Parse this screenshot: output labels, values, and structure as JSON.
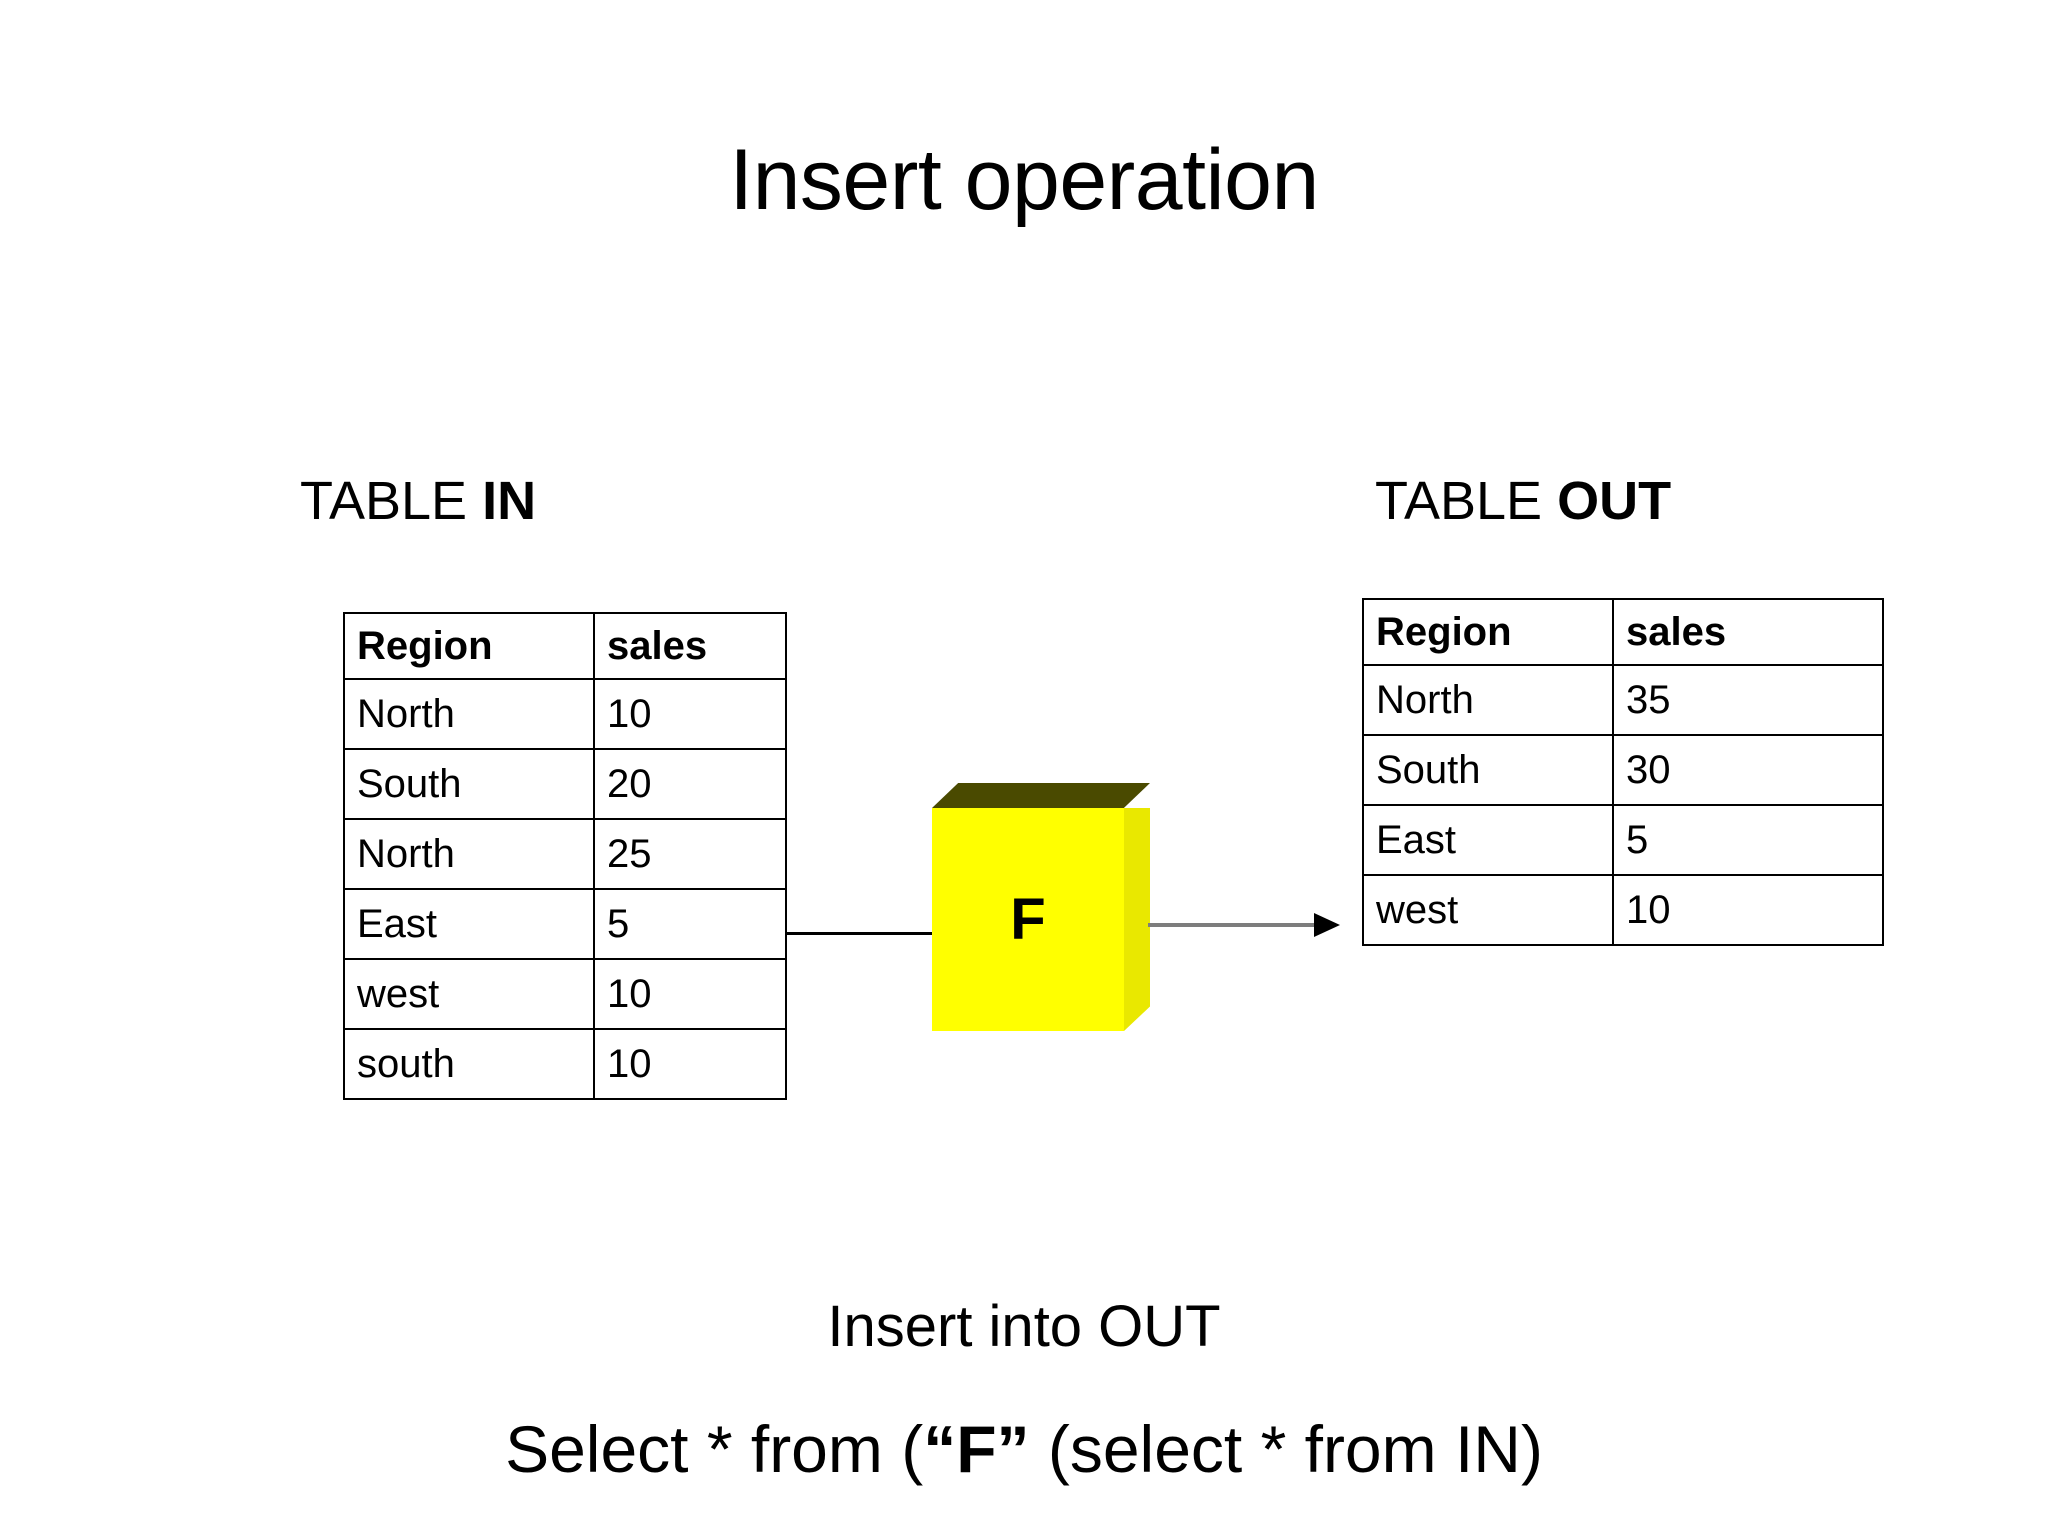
{
  "slide": {
    "title": "Insert operation",
    "background_color": "#ffffff",
    "text_color": "#000000"
  },
  "tables": {
    "input": {
      "caption_prefix": "TABLE ",
      "caption_emphasis": "IN",
      "columns": [
        "Region",
        "sales"
      ],
      "rows": [
        {
          "region": "North",
          "sales": "10"
        },
        {
          "region": "South",
          "sales": "20"
        },
        {
          "region": "North",
          "sales": "25"
        },
        {
          "region": "East",
          "sales": "5"
        },
        {
          "region": "west",
          "sales": "10"
        },
        {
          "region": "south",
          "sales": "10"
        }
      ]
    },
    "output": {
      "caption_prefix": "TABLE ",
      "caption_emphasis": "OUT",
      "columns": [
        "Region",
        "sales"
      ],
      "rows": [
        {
          "region": "North",
          "sales": "35"
        },
        {
          "region": "South",
          "sales": "30"
        },
        {
          "region": "East",
          "sales": "5"
        },
        {
          "region": "west",
          "sales": "10"
        }
      ]
    }
  },
  "process": {
    "label": "F",
    "front_color": "#ffff00",
    "top_color": "#4a4a00",
    "side_color": "#e9e800"
  },
  "connectors": {
    "input_line_color": "#000000",
    "output_line_color": "#7d7d7d",
    "output_arrow_color": "#000000"
  },
  "sql": {
    "line1": "Insert into OUT",
    "line2_part1": "Select * from (",
    "line2_quoted": "“F”",
    "line2_part2": " (select * from IN)"
  }
}
